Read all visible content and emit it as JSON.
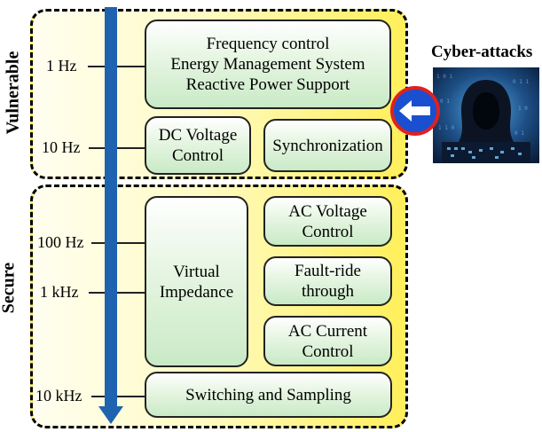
{
  "zones": {
    "vulnerable_label": "Vulnerable",
    "secure_label": "Secure"
  },
  "frequencies": [
    "1 Hz",
    "10 Hz",
    "100 Hz",
    "1 kHz",
    "10 kHz"
  ],
  "blocks": {
    "frequency_control": "Frequency control\nEnergy Management System\nReactive Power Support",
    "dc_voltage_control": "DC Voltage\nControl",
    "synchronization": "Synchronization",
    "virtual_impedance": "Virtual\nImpedance",
    "ac_voltage_control": "AC Voltage\nControl",
    "fault_ride_through": "Fault-ride\nthrough",
    "ac_current_control": "AC Current\nControl",
    "switching_sampling": "Switching and Sampling"
  },
  "attack": {
    "title": "Cyber-attacks",
    "image_icon": "hooded-hacker-icon",
    "sign_icon": "left-arrow-sign-icon"
  },
  "colors": {
    "zone_fill": "#ffef5a",
    "block_fill": "#c9eac6",
    "scale_arrow": "#1f63b0",
    "sign_blue": "#1a4fd0",
    "sign_red": "#e02020"
  }
}
